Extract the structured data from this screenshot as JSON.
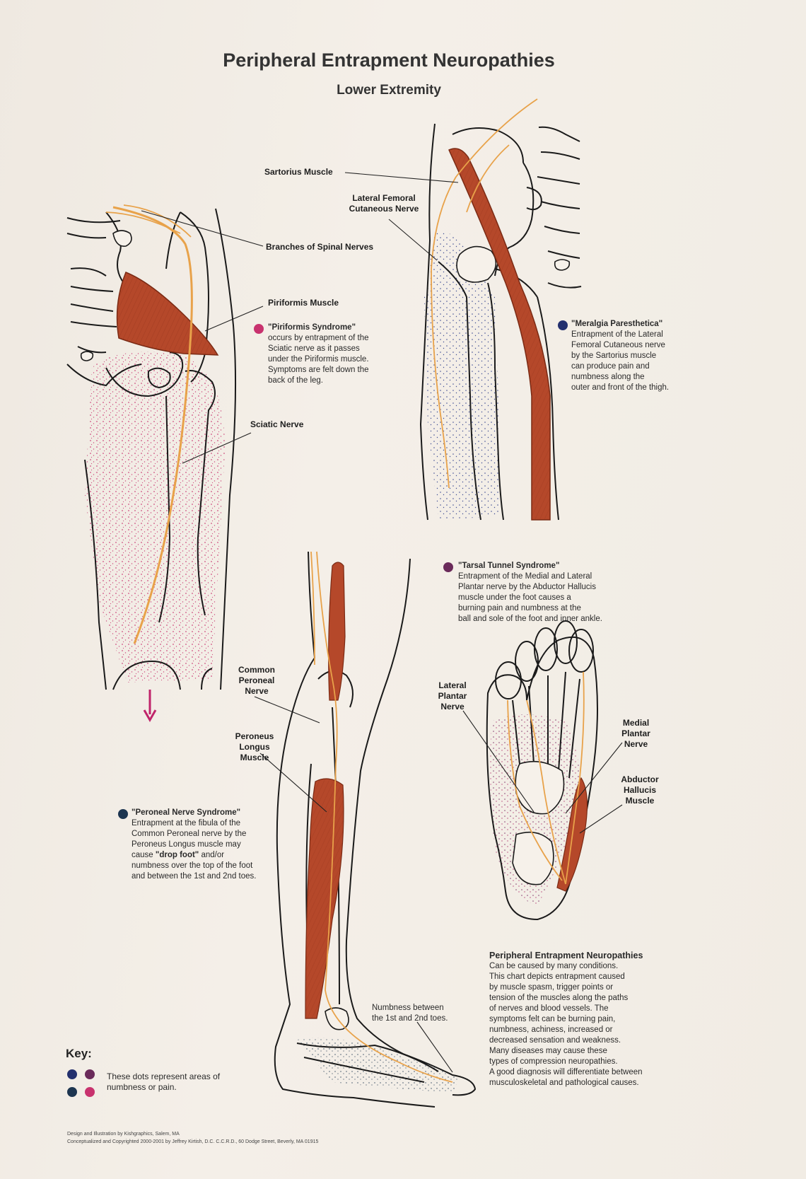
{
  "title": "Peripheral Entrapment Neuropathies",
  "subtitle": "Lower Extremity",
  "labels": {
    "sartorius": "Sartorius Muscle",
    "lateral_femoral": [
      "Lateral Femoral",
      "Cutaneous Nerve"
    ],
    "spinal_branches": "Branches of Spinal Nerves",
    "piriformis_muscle": "Piriformis Muscle",
    "sciatic": "Sciatic Nerve",
    "common_peroneal": [
      "Common",
      "Peroneal",
      "Nerve"
    ],
    "peroneus_longus": [
      "Peroneus",
      "Longus",
      "Muscle"
    ],
    "lateral_plantar": [
      "Lateral",
      "Plantar",
      "Nerve"
    ],
    "medial_plantar": [
      "Medial",
      "Plantar",
      "Nerve"
    ],
    "abductor_hallucis": [
      "Abductor",
      "Hallucis",
      "Muscle"
    ],
    "numbness_toes": [
      "Numbness between",
      "the 1st and 2nd toes."
    ]
  },
  "syndromes": {
    "piriformis": {
      "title": "\"Piriformis Syndrome\"",
      "lines": [
        "occurs by entrapment of the",
        "Sciatic nerve as it passes",
        "under the Piriformis muscle.",
        "Symptoms are felt down the",
        "back of the leg."
      ],
      "dot_color": "#c8326e"
    },
    "meralgia": {
      "title": "\"Meralgia Paresthetica\"",
      "lines": [
        "Entrapment of the Lateral",
        "Femoral Cutaneous nerve",
        "by the Sartorius muscle",
        "can produce pain and",
        "numbness along the",
        "outer and front of the thigh."
      ],
      "dot_color": "#23306e"
    },
    "tarsal": {
      "title": "\"Tarsal Tunnel Syndrome\"",
      "lines": [
        "Entrapment of the Medial and Lateral",
        "Plantar nerve by the Abductor Hallucis",
        "muscle under the foot causes a",
        "burning pain and numbness at the",
        "ball and sole of the foot and inner ankle."
      ],
      "dot_color": "#6a2a5a"
    },
    "peroneal": {
      "title": "\"Peroneal Nerve Syndrome\"",
      "line1": "Entrapment at the fibula of the",
      "line2": "Common Peroneal nerve by the",
      "line3": "Peroneus Longus muscle may",
      "line4_pre": "cause ",
      "line4_bold": "\"drop foot\"",
      "line4_post": " and/or",
      "line5": "numbness over the top of the foot",
      "line6": "and between the 1st and 2nd toes.",
      "dot_color": "#1d3550"
    }
  },
  "summary": {
    "heading": "Peripheral Entrapment Neuropathies",
    "lines": [
      "Can be caused by many conditions.",
      "This chart depicts entrapment caused",
      "by muscle spasm, trigger points or",
      "tension of the muscles along the paths",
      "of nerves and blood vessels. The",
      "symptoms felt can be burning pain,",
      "numbness, achiness, increased or",
      "decreased sensation and weakness.",
      "Many diseases may cause these",
      "types of compression neuropathies.",
      "A good diagnosis will differentiate between",
      "musculoskeletal and pathological causes."
    ]
  },
  "key": {
    "title": "Key:",
    "lines": [
      "These dots represent areas of",
      "numbness or pain."
    ],
    "dot_colors": [
      "#23306e",
      "#6a2a5a",
      "#1d3550",
      "#c8326e"
    ]
  },
  "credits": [
    "Design and Illustration by Kishgraphics, Salem, MA",
    "Conceptualized and Copyrighted 2000-2001 by Jeffrey Kirtish, D.C. C.C.R.D., 60 Dodge Street, Beverly, MA 01915"
  ],
  "colors": {
    "muscle": "#b5482a",
    "nerve": "#e8a24a",
    "pain_magenta": "#c8326e",
    "pain_blue": "#23306e",
    "arrow": "#c0246a"
  }
}
